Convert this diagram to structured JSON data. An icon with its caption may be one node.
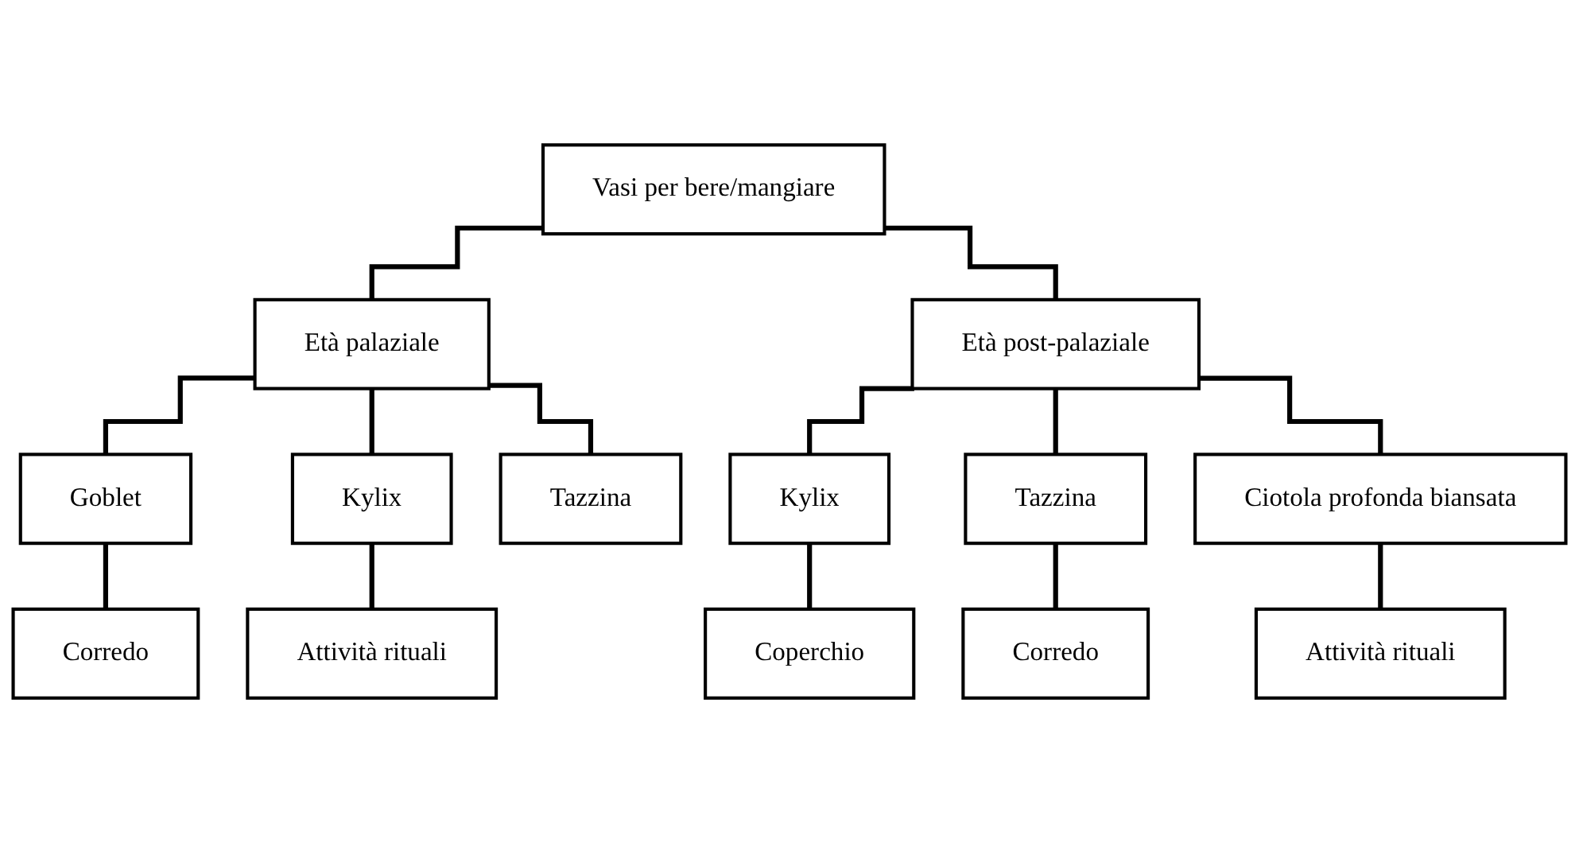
{
  "diagram": {
    "nodes": [
      {
        "text": [
          "Vasi per bere/mangiare"
        ]
      },
      {
        "text": [
          "Età palaziale"
        ]
      },
      {
        "text": [
          "Età post-palaziale"
        ]
      },
      {
        "text": [
          "Goblet"
        ]
      },
      {
        "text": [
          "Kylix"
        ]
      },
      {
        "text": [
          "Tazzina"
        ]
      },
      {
        "text": [
          "Kylix"
        ]
      },
      {
        "text": [
          "Tazzina"
        ]
      },
      {
        "text": [
          "Ciotola profonda biansata"
        ]
      },
      {
        "text": [
          "Corredo"
        ]
      },
      {
        "text": [
          "Attività rituali"
        ]
      },
      {
        "text": [
          "Coperchio"
        ]
      },
      {
        "text": [
          "Corredo"
        ]
      },
      {
        "text": [
          "Attività rituali"
        ]
      }
    ],
    "edges": [
      {
        "from": 0,
        "to": 1,
        "arrow": "none"
      },
      {
        "from": 0,
        "to": 2,
        "arrow": "none"
      },
      {
        "from": 1,
        "to": 3,
        "arrow": "none"
      },
      {
        "from": 1,
        "to": 4,
        "arrow": "none"
      },
      {
        "from": 1,
        "to": 5,
        "arrow": "none"
      },
      {
        "from": 2,
        "to": 6,
        "arrow": "none"
      },
      {
        "from": 2,
        "to": 7,
        "arrow": "none"
      },
      {
        "from": 2,
        "to": 8,
        "arrow": "none"
      },
      {
        "from": 3,
        "to": 9,
        "arrow": "none"
      },
      {
        "from": 4,
        "to": 10,
        "arrow": "none"
      },
      {
        "from": 6,
        "to": 11,
        "arrow": "none"
      },
      {
        "from": 7,
        "to": 12,
        "arrow": "none"
      },
      {
        "from": 8,
        "to": 13,
        "arrow": "none"
      }
    ]
  }
}
